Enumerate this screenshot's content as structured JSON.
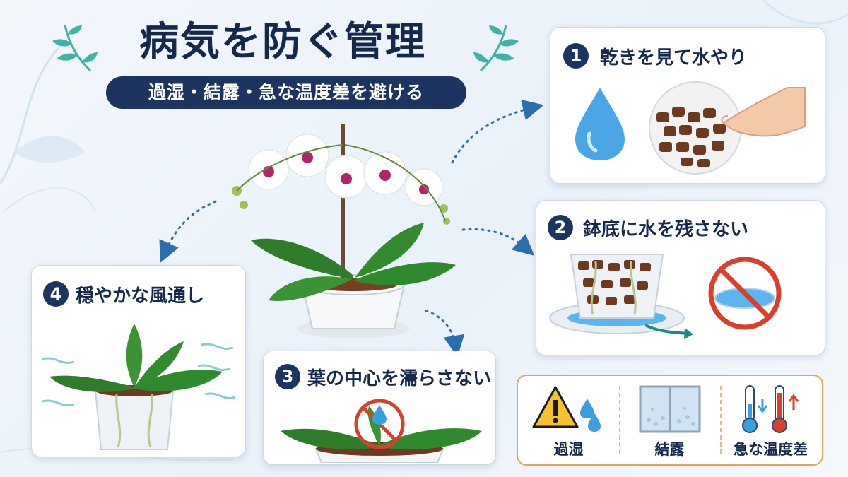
{
  "header": {
    "title": "病気を防ぐ管理",
    "subtitle": "過湿・結露・急な温度差を避ける"
  },
  "tips": [
    {
      "number": "1",
      "label": "乾きを見て水やり"
    },
    {
      "number": "2",
      "label": "鉢底に水を残さない"
    },
    {
      "number": "3",
      "label": "葉の中心を濡らさない"
    },
    {
      "number": "4",
      "label": "穏やかな風通し"
    }
  ],
  "warnings": [
    {
      "label": "過湿",
      "icon": "warning-icon"
    },
    {
      "label": "結露",
      "icon": "window-condensation-icon"
    },
    {
      "label": "急な温度差",
      "icon": "thermometer-icon"
    }
  ],
  "colors": {
    "navy": "#1b3560",
    "accent_orange": "#e8a35a",
    "prohibit_red": "#d9402b",
    "water_blue": "#3b9ee0",
    "leaf_green": "#2f7d2a"
  }
}
